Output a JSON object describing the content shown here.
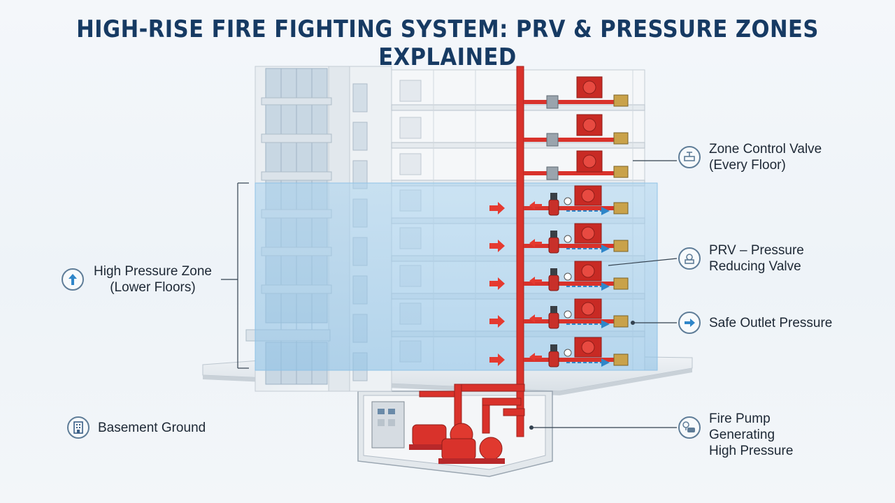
{
  "title": "HIGH-RISE FIRE FIGHTING SYSTEM: PRV & PRESSURE ZONES EXPLAINED",
  "colors": {
    "title": "#163a63",
    "pipe": "#d9322b",
    "high_pressure_zone": "#9fcbe8",
    "safe_flow_arrow": "#2f86c9",
    "icon_outline": "#5f7d98"
  },
  "callouts": {
    "zone_control_valve": {
      "icon": "valve-icon",
      "line1": "Zone Control Valve",
      "line2": "(Every Floor)"
    },
    "prv": {
      "icon": "prv-icon",
      "line1": "PRV – Pressure",
      "line2": "Reducing Valve"
    },
    "safe_outlet": {
      "icon": "arrow-right-icon",
      "line1": "Safe Outlet Pressure"
    },
    "fire_pump": {
      "icon": "pump-gauge-icon",
      "line1": "Fire Pump",
      "line2": "Generating",
      "line3": "High Pressure"
    },
    "high_pressure_zone": {
      "icon": "up-arrow-icon",
      "line1": "High Pressure Zone",
      "line2": "(Lower Floors)"
    },
    "basement": {
      "icon": "building-icon",
      "line1": "Basement Ground"
    }
  }
}
